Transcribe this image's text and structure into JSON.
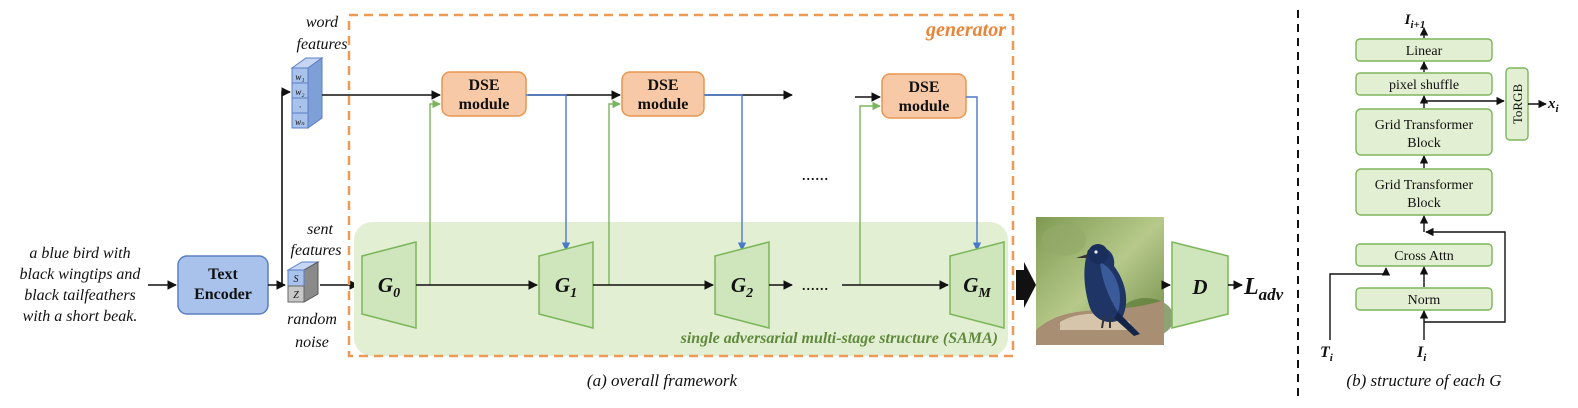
{
  "colors": {
    "generator_border": "#ee9a55",
    "generator_label": "#e8853a",
    "sama_fill": "#e3efd3",
    "sama_label": "#5f8a3c",
    "green_stroke": "#7cb65a",
    "green_fill": "#cfe6bd",
    "dse_fill": "#f8c9a6",
    "dse_stroke": "#e8954f",
    "encoder_fill": "#a9c2ec",
    "encoder_stroke": "#5b7fc4",
    "blue_arrow": "#4a78c8",
    "green_arrow": "#7ab55c"
  },
  "input_text": {
    "line1": "a blue bird with",
    "line2": "black wingtips and",
    "line3": "black tailfeathers",
    "line4": "with a short beak."
  },
  "text_encoder": {
    "line1": "Text",
    "line2": "Encoder"
  },
  "word_features": {
    "label_line1": "word",
    "label_line2": "features",
    "cells": [
      "w₁",
      "w₂",
      "·",
      "wₙ"
    ]
  },
  "sent_features": {
    "label_line1": "sent",
    "label_line2": "features",
    "cells": [
      "S",
      "Z"
    ]
  },
  "random_noise": {
    "line1": "random",
    "line2": "noise"
  },
  "generator_label": "generator",
  "dse_modules": [
    {
      "line1": "DSE",
      "line2": "module"
    },
    {
      "line1": "DSE",
      "line2": "module"
    },
    {
      "line1": "DSE",
      "line2": "module"
    }
  ],
  "generators": [
    {
      "base": "G",
      "sub": "0"
    },
    {
      "base": "G",
      "sub": "1"
    },
    {
      "base": "G",
      "sub": "2"
    },
    {
      "base": "G",
      "sub": "M"
    }
  ],
  "dots_top": "......",
  "dots_mid": "......",
  "sama_label": "single adversarial multi-stage structure (SAMA)",
  "discriminator": "D",
  "loss": {
    "base": "L",
    "sub": "adv"
  },
  "caption_a": "(a) overall framework",
  "caption_b": "(b) structure of each G",
  "structure_g": {
    "output_label": {
      "base": "I",
      "sub": "i+1"
    },
    "linear": "Linear",
    "pixel_shuffle": "pixel shuffle",
    "torgb": "ToRGB",
    "x_out": {
      "base": "x",
      "sub": "i"
    },
    "grid_block_1": {
      "line1": "Grid Transformer",
      "line2": "Block"
    },
    "grid_block_2": {
      "line1": "Grid Transformer",
      "line2": "Block"
    },
    "cross_attn": "Cross Attn",
    "norm": "Norm",
    "t_in": {
      "base": "T",
      "sub": "i"
    },
    "i_in": {
      "base": "I",
      "sub": "i"
    }
  }
}
